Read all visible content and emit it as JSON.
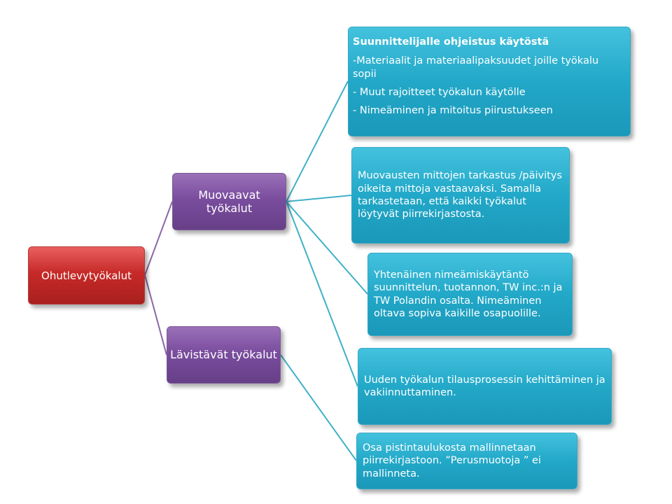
{
  "diagram": {
    "root": {
      "label": "Ohutlevytyökalut"
    },
    "branches": [
      {
        "label": "Muovaavat työkalut",
        "items": [
          {
            "heading": "Suunnittelijalle ohjeistus käytöstä",
            "lines": [
              "-Materiaalit ja materiaalipaksuudet joille työkalu sopii",
              "- Muut rajoitteet työkalun käytölle",
              "- Nimeäminen ja mitoitus piirustukseen"
            ]
          },
          {
            "text": "Muovausten mittojen tarkastus /päivitys oikeita mittoja vastaavaksi. Samalla tarkastetaan, että kaikki työkalut löytyvät piirrekirjastosta."
          },
          {
            "text": "Yhtenäinen nimeämiskäytäntö suunnittelun, tuotannon, TW inc.:n ja TW Polandin osalta. Nimeäminen oltava sopiva kaikille osapuolille."
          },
          {
            "text": "Uuden työkalun tilausprosessin kehittäminen ja vakiinnuttaminen."
          }
        ]
      },
      {
        "label": "Lävistävät työkalut",
        "items": [
          {
            "text": "Osa pistintaulukosta mallinnetaan piirrekirjastoon.  ”Perusmuotoja ” ei mallinneta."
          }
        ]
      }
    ],
    "colors": {
      "root": "#c0302e",
      "branch": "#7a4d9e",
      "leaf": "#27aacb",
      "connector_purple": "#8a67a6",
      "connector_teal": "#3fb0c8"
    }
  }
}
